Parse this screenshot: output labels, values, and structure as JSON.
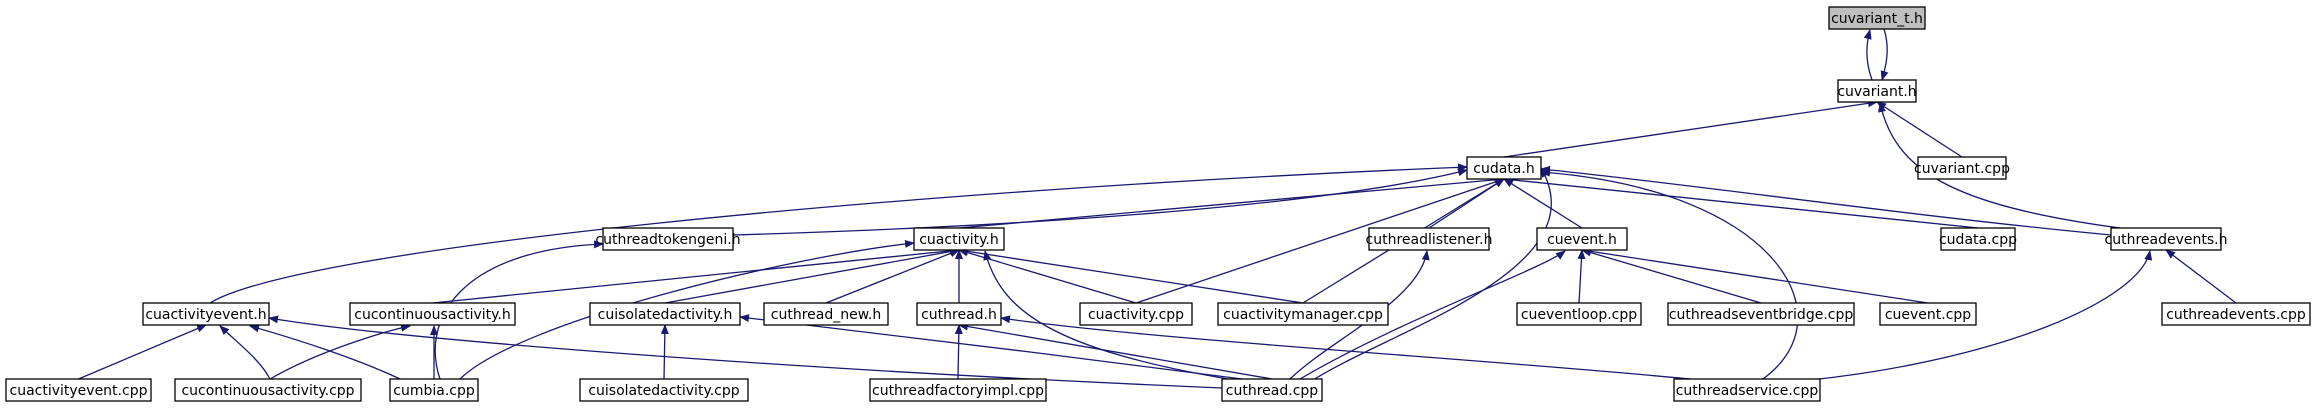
{
  "graph": {
    "type": "include-dependency-graph",
    "root": "cuvariant_t.h",
    "nodes": [
      {
        "id": "cuvariant_t_h",
        "label": "cuvariant_t.h",
        "root": true
      },
      {
        "id": "cuvariant_h",
        "label": "cuvariant.h"
      },
      {
        "id": "cudata_h",
        "label": "cudata.h"
      },
      {
        "id": "cuvariant_cpp",
        "label": "cuvariant.cpp"
      },
      {
        "id": "cuthreadtokengeni_h",
        "label": "cuthreadtokengeni.h"
      },
      {
        "id": "cuactivity_h",
        "label": "cuactivity.h"
      },
      {
        "id": "cuthreadlistener_h",
        "label": "cuthreadlistener.h"
      },
      {
        "id": "cuevent_h",
        "label": "cuevent.h"
      },
      {
        "id": "cudata_cpp",
        "label": "cudata.cpp"
      },
      {
        "id": "cuthreadevents_h",
        "label": "cuthreadevents.h"
      },
      {
        "id": "cuactivityevent_h",
        "label": "cuactivityevent.h"
      },
      {
        "id": "cucontinuousactivity_h",
        "label": "cucontinuousactivity.h"
      },
      {
        "id": "cuisolatedactivity_h",
        "label": "cuisolatedactivity.h"
      },
      {
        "id": "cuthread_new_h",
        "label": "cuthread_new.h"
      },
      {
        "id": "cuthread_h",
        "label": "cuthread.h"
      },
      {
        "id": "cuactivity_cpp",
        "label": "cuactivity.cpp"
      },
      {
        "id": "cuactivitymanager_cpp",
        "label": "cuactivitymanager.cpp"
      },
      {
        "id": "cueventloop_cpp",
        "label": "cueventloop.cpp"
      },
      {
        "id": "cuthreadseventbridge_cpp",
        "label": "cuthreadseventbridge.cpp"
      },
      {
        "id": "cuevent_cpp",
        "label": "cuevent.cpp"
      },
      {
        "id": "cuthreadevents_cpp",
        "label": "cuthreadevents.cpp"
      },
      {
        "id": "cuactivityevent_cpp",
        "label": "cuactivityevent.cpp"
      },
      {
        "id": "cucontinuousactivity_cpp",
        "label": "cucontinuousactivity.cpp"
      },
      {
        "id": "cumbia_cpp",
        "label": "cumbia.cpp"
      },
      {
        "id": "cuisolatedactivity_cpp",
        "label": "cuisolatedactivity.cpp"
      },
      {
        "id": "cuthreadfactoryimpl_cpp",
        "label": "cuthreadfactoryimpl.cpp"
      },
      {
        "id": "cuthread_cpp",
        "label": "cuthread.cpp"
      },
      {
        "id": "cuthreadservice_cpp",
        "label": "cuthreadservice.cpp"
      }
    ],
    "edges": [
      {
        "from": "cuvariant_h",
        "to": "cuvariant_t_h"
      },
      {
        "from": "cuvariant_t_h",
        "to": "cuvariant_h"
      },
      {
        "from": "cudata_h",
        "to": "cuvariant_h"
      },
      {
        "from": "cuvariant_cpp",
        "to": "cuvariant_h"
      },
      {
        "from": "cuthreadevents_h",
        "to": "cuvariant_h"
      },
      {
        "from": "cuactivityevent_h",
        "to": "cudata_h"
      },
      {
        "from": "cuthreadtokengeni_h",
        "to": "cudata_h"
      },
      {
        "from": "cuactivity_h",
        "to": "cudata_h"
      },
      {
        "from": "cuthreadlistener_h",
        "to": "cudata_h"
      },
      {
        "from": "cuevent_h",
        "to": "cudata_h"
      },
      {
        "from": "cudata_cpp",
        "to": "cudata_h"
      },
      {
        "from": "cuthreadevents_h",
        "to": "cudata_h"
      },
      {
        "from": "cuactivity_cpp",
        "to": "cudata_h"
      },
      {
        "from": "cuactivitymanager_cpp",
        "to": "cudata_h"
      },
      {
        "from": "cuthread_cpp",
        "to": "cudata_h"
      },
      {
        "from": "cuthreadservice_cpp",
        "to": "cudata_h"
      },
      {
        "from": "cumbia_cpp",
        "to": "cuthreadtokengeni_h"
      },
      {
        "from": "cucontinuousactivity_h",
        "to": "cuactivity_h"
      },
      {
        "from": "cuisolatedactivity_h",
        "to": "cuactivity_h"
      },
      {
        "from": "cuthread_new_h",
        "to": "cuactivity_h"
      },
      {
        "from": "cuthread_h",
        "to": "cuactivity_h"
      },
      {
        "from": "cuactivity_cpp",
        "to": "cuactivity_h"
      },
      {
        "from": "cuactivitymanager_cpp",
        "to": "cuactivity_h"
      },
      {
        "from": "cumbia_cpp",
        "to": "cuactivity_h"
      },
      {
        "from": "cuthread_cpp",
        "to": "cuactivity_h"
      },
      {
        "from": "cuthread_cpp",
        "to": "cuthreadlistener_h"
      },
      {
        "from": "cueventloop_cpp",
        "to": "cuevent_h"
      },
      {
        "from": "cuthreadseventbridge_cpp",
        "to": "cuevent_h"
      },
      {
        "from": "cuevent_cpp",
        "to": "cuevent_h"
      },
      {
        "from": "cuthread_cpp",
        "to": "cuevent_h"
      },
      {
        "from": "cuthreadevents_cpp",
        "to": "cuthreadevents_h"
      },
      {
        "from": "cuthreadservice_cpp",
        "to": "cuthreadevents_h"
      },
      {
        "from": "cuactivityevent_cpp",
        "to": "cuactivityevent_h"
      },
      {
        "from": "cucontinuousactivity_cpp",
        "to": "cuactivityevent_h"
      },
      {
        "from": "cumbia_cpp",
        "to": "cuactivityevent_h"
      },
      {
        "from": "cuthread_cpp",
        "to": "cuactivityevent_h"
      },
      {
        "from": "cucontinuousactivity_cpp",
        "to": "cucontinuousactivity_h"
      },
      {
        "from": "cumbia_cpp",
        "to": "cucontinuousactivity_h"
      },
      {
        "from": "cuisolatedactivity_cpp",
        "to": "cuisolatedactivity_h"
      },
      {
        "from": "cuthread_cpp",
        "to": "cuisolatedactivity_h"
      },
      {
        "from": "cuthreadfactoryimpl_cpp",
        "to": "cuthread_h"
      },
      {
        "from": "cuthread_cpp",
        "to": "cuthread_h"
      },
      {
        "from": "cuthreadservice_cpp",
        "to": "cuthread_h"
      }
    ]
  },
  "colors": {
    "root_fill": "#bfbfbf",
    "node_fill": "#ffffff",
    "node_stroke": "#000000",
    "edge": "#191970"
  }
}
